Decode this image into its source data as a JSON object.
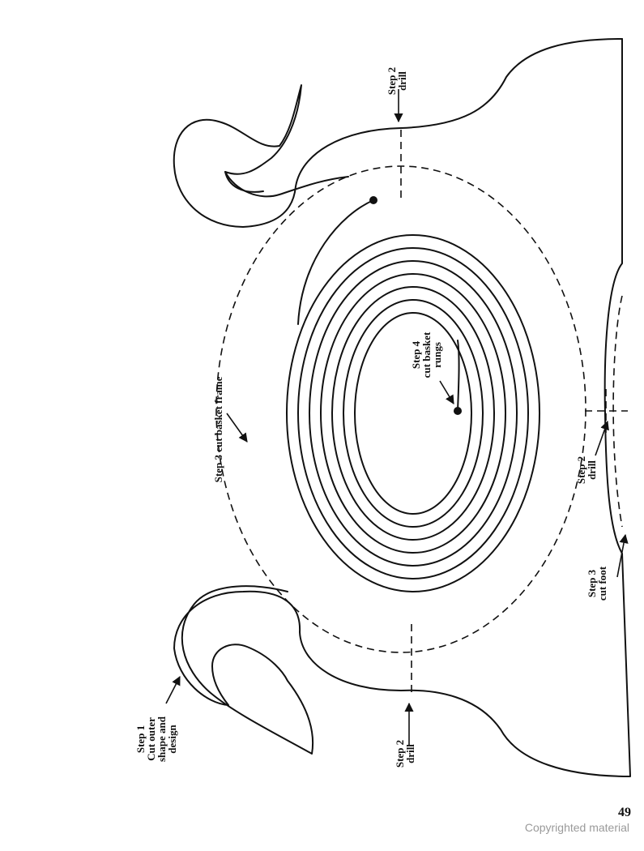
{
  "labels": {
    "step1": [
      "Step 1",
      "Cut outer",
      "shape and",
      "design"
    ],
    "step2_top": [
      "Step 2",
      "drill"
    ],
    "step2_bottom": [
      "Step 2",
      "drill"
    ],
    "step2_foot": [
      "Step 2",
      "drill"
    ],
    "step3_frame": "Step 3 cut basket frame",
    "step3_foot": [
      "Step 3",
      "cut foot"
    ],
    "step4": [
      "Step 4",
      "cut basket",
      "rungs"
    ]
  },
  "page_number": "49",
  "copyright": "Copyrighted material"
}
